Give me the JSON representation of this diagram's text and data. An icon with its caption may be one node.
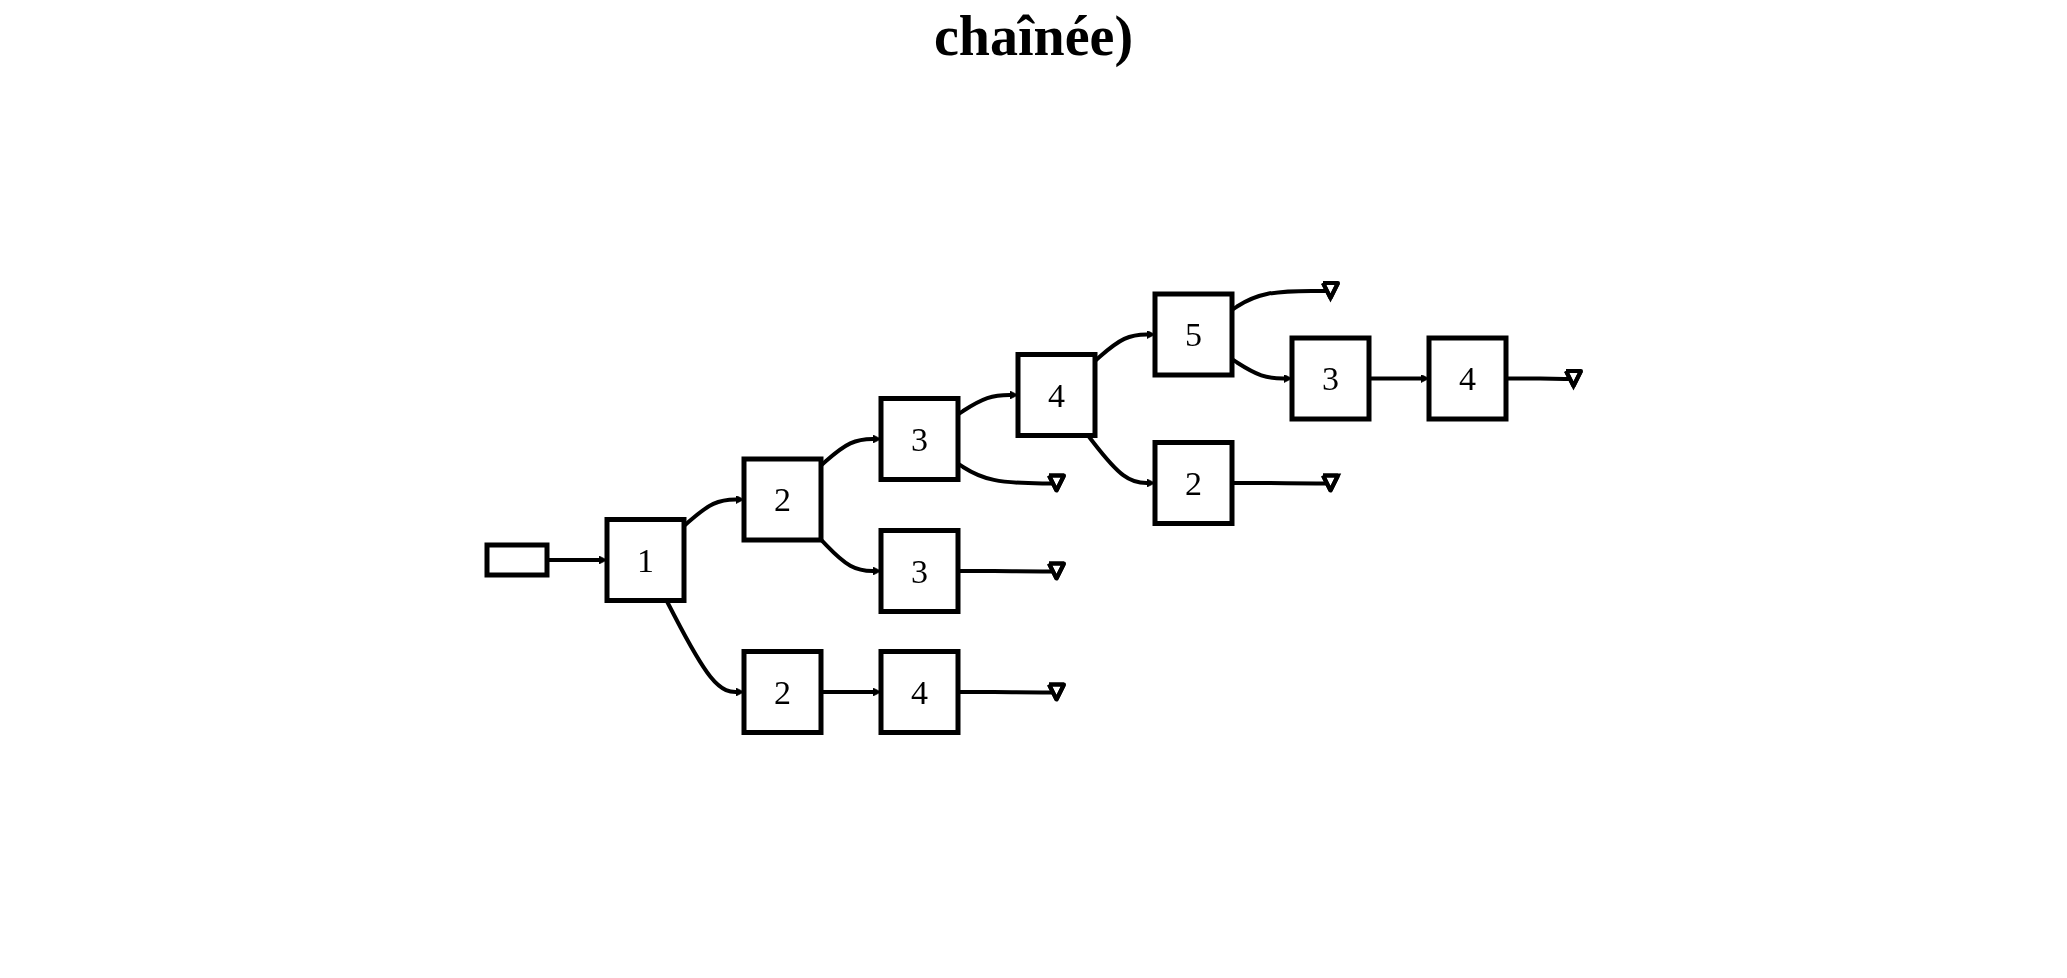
{
  "diagram": {
    "title": "chaînée)",
    "nodes": [
      {
        "text": [],
        "shape": "box"
      },
      {
        "text": [
          "1"
        ]
      },
      {
        "text": [
          "2"
        ]
      },
      {
        "text": [
          "3"
        ]
      },
      {
        "text": [
          "4"
        ]
      },
      {
        "text": [
          "5"
        ]
      },
      {
        "text": [],
        "shape": "ground"
      },
      {
        "text": [],
        "shape": "ground"
      },
      {
        "text": [
          "2"
        ]
      },
      {
        "text": [
          "3"
        ]
      },
      {
        "text": [
          "2"
        ]
      },
      {
        "text": [
          "3"
        ]
      },
      {
        "text": [],
        "shape": "ground"
      },
      {
        "text": [],
        "shape": "ground"
      },
      {
        "text": [
          "4"
        ]
      },
      {
        "text": [
          "4"
        ]
      },
      {
        "text": [],
        "shape": "ground"
      },
      {
        "text": [],
        "shape": "ground"
      }
    ],
    "edges": [
      {
        "from": 0,
        "to": 1,
        "arrow": "to"
      },
      {
        "from": 1,
        "to": 2,
        "arrow": "to"
      },
      {
        "from": 2,
        "to": 3,
        "arrow": "to"
      },
      {
        "from": 3,
        "to": 4,
        "arrow": "to"
      },
      {
        "from": 4,
        "to": 5,
        "arrow": "to"
      },
      {
        "from": 1,
        "to": 8,
        "arrow": "to"
      },
      {
        "from": 2,
        "to": 9,
        "arrow": "to"
      },
      {
        "from": 3,
        "to": 6,
        "arrow": "none"
      },
      {
        "from": 4,
        "to": 10,
        "arrow": "to"
      },
      {
        "from": 5,
        "to": 11,
        "arrow": "to"
      },
      {
        "from": 5,
        "to": 7,
        "arrow": "none"
      },
      {
        "from": 8,
        "to": 14,
        "arrow": "to"
      },
      {
        "from": 9,
        "to": 12,
        "arrow": "none"
      },
      {
        "from": 10,
        "to": 13,
        "arrow": "none"
      },
      {
        "from": 11,
        "to": 15,
        "arrow": "to"
      },
      {
        "from": 14,
        "to": 16,
        "arrow": "none"
      },
      {
        "from": 15,
        "to": 17,
        "arrow": "none"
      }
    ]
  }
}
